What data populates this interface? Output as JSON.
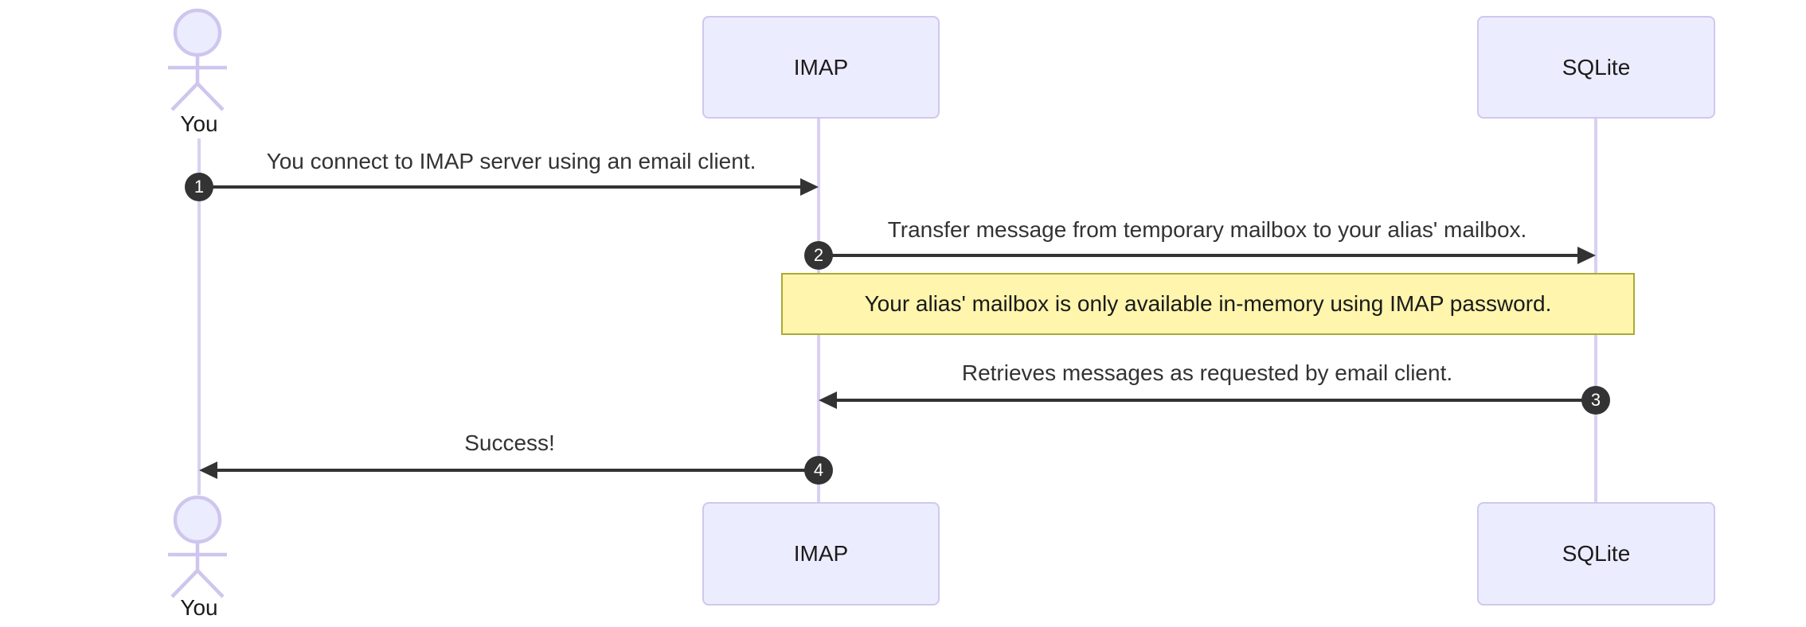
{
  "diagram": {
    "type": "sequence-diagram",
    "colors": {
      "participant_fill": "#ECECFF",
      "participant_border": "#D0C7EE",
      "lifeline": "#D9D0F2",
      "signal": "#333333",
      "number_badge_bg": "#333333",
      "number_badge_text": "#FFFFFF",
      "note_fill": "#FFF5AD",
      "note_border": "#AAAA33",
      "background": "#FFFFFF"
    },
    "actors": [
      {
        "id": "you",
        "label": "You",
        "kind": "actor"
      },
      {
        "id": "imap",
        "label": "IMAP",
        "kind": "participant"
      },
      {
        "id": "sqlite",
        "label": "SQLite",
        "kind": "participant"
      }
    ],
    "messages": [
      {
        "number": "1",
        "text": "You connect to IMAP server using an email client.",
        "from": "You",
        "to": "IMAP",
        "direction": "right"
      },
      {
        "number": "2",
        "text": "Transfer message from temporary mailbox to your alias' mailbox.",
        "from": "IMAP",
        "to": "SQLite",
        "direction": "right"
      },
      {
        "number": "3",
        "text": "Retrieves messages as requested by email client.",
        "from": "SQLite",
        "to": "IMAP",
        "direction": "left"
      },
      {
        "number": "4",
        "text": "Success!",
        "from": "IMAP",
        "to": "You",
        "direction": "left"
      }
    ],
    "note": {
      "text": "Your alias' mailbox is only available in-memory using IMAP password.",
      "position": "over IMAP and SQLite"
    }
  }
}
